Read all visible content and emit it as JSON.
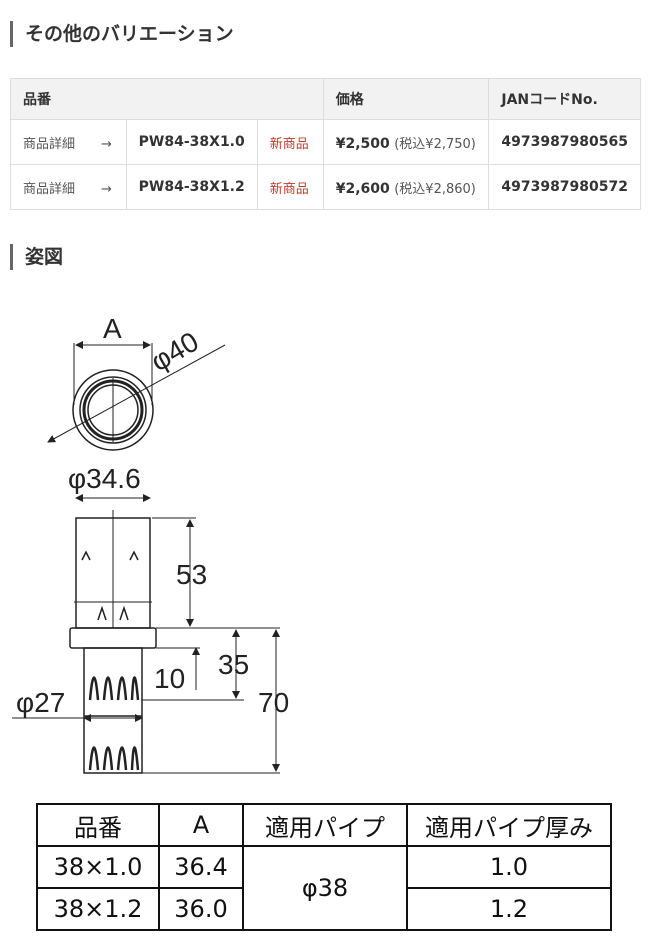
{
  "sections": {
    "variations_title": "その他のバリエーション",
    "figure_title": "姿図"
  },
  "variations": {
    "headers": {
      "code": "品番",
      "price": "価格",
      "jan": "JANコードNo."
    },
    "rows": [
      {
        "detail_label": "商品詳細",
        "arrow": "→",
        "code": "PW84-38X1.0",
        "badge": "新商品",
        "price": "¥2,500",
        "price_tax": "(税込¥2,750)",
        "jan": "4973987980565"
      },
      {
        "detail_label": "商品詳細",
        "arrow": "→",
        "code": "PW84-38X1.2",
        "badge": "新商品",
        "price": "¥2,600",
        "price_tax": "(税込¥2,860)",
        "jan": "4973987980572"
      }
    ]
  },
  "drawing": {
    "dim_A": "A",
    "dim_phi40": "φ40",
    "dim_phi34_6": "φ34.6",
    "dim_53": "53",
    "dim_35": "35",
    "dim_10": "10",
    "dim_70": "70",
    "dim_phi27": "φ27"
  },
  "spec_table": {
    "headers": [
      "品番",
      "A",
      "適用パイプ",
      "適用パイプ厚み"
    ],
    "rows": [
      {
        "code": "38×1.0",
        "a": "36.4",
        "thickness": "1.0"
      },
      {
        "code": "38×1.2",
        "a": "36.0",
        "thickness": "1.2"
      }
    ],
    "pipe": "φ38"
  }
}
